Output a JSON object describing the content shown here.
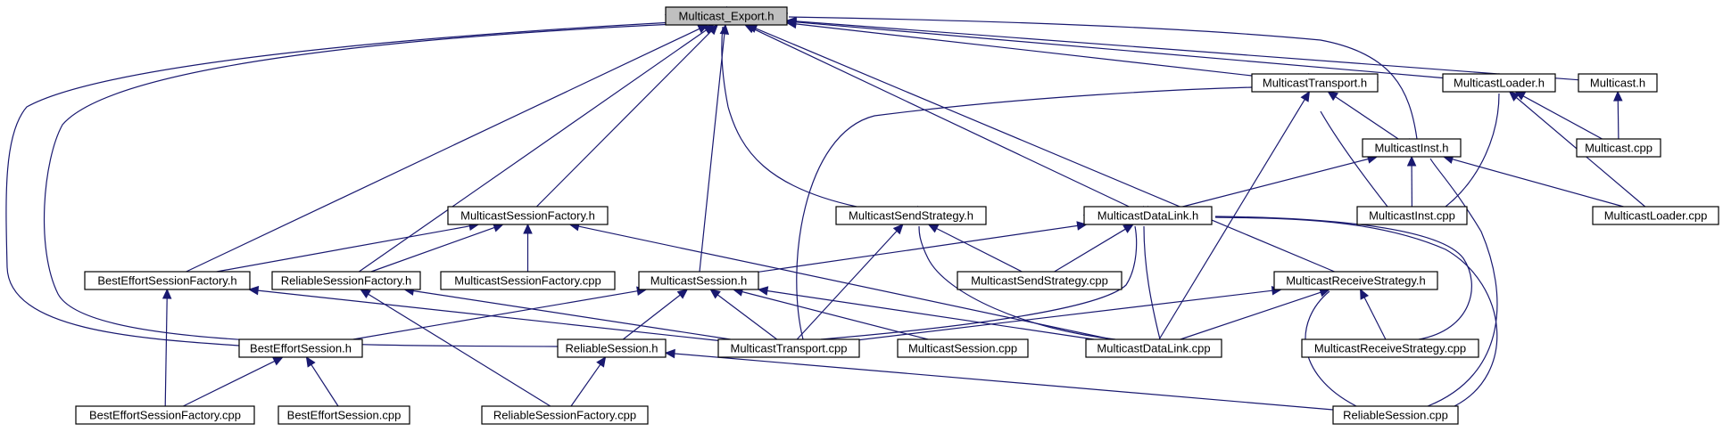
{
  "graph": {
    "edge_color": "#191970",
    "root_fill": "#bfbfbf",
    "nodes": [
      {
        "id": "multicast_export_h",
        "label": "Multicast_Export.h",
        "root": true
      },
      {
        "id": "multicasttransport_h",
        "label": "MulticastTransport.h"
      },
      {
        "id": "multicastloader_h",
        "label": "MulticastLoader.h"
      },
      {
        "id": "multicast_h",
        "label": "Multicast.h"
      },
      {
        "id": "multicastinst_h",
        "label": "MulticastInst.h"
      },
      {
        "id": "multicast_cpp",
        "label": "Multicast.cpp"
      },
      {
        "id": "multicastsessionfactory_h",
        "label": "MulticastSessionFactory.h"
      },
      {
        "id": "multicastsendstrategy_h",
        "label": "MulticastSendStrategy.h"
      },
      {
        "id": "multicastdatalink_h",
        "label": "MulticastDataLink.h"
      },
      {
        "id": "multicastinst_cpp",
        "label": "MulticastInst.cpp"
      },
      {
        "id": "multicastloader_cpp",
        "label": "MulticastLoader.cpp"
      },
      {
        "id": "besteffortsessionfactory_h",
        "label": "BestEffortSessionFactory.h"
      },
      {
        "id": "reliablesessionfactory_h",
        "label": "ReliableSessionFactory.h"
      },
      {
        "id": "multicastsessionfactory_cpp",
        "label": "MulticastSessionFactory.cpp"
      },
      {
        "id": "multicastsession_h",
        "label": "MulticastSession.h"
      },
      {
        "id": "multicastsendstrategy_cpp",
        "label": "MulticastSendStrategy.cpp"
      },
      {
        "id": "multicastreceivestrategy_h",
        "label": "MulticastReceiveStrategy.h"
      },
      {
        "id": "besteffortsession_h",
        "label": "BestEffortSession.h"
      },
      {
        "id": "reliablesession_h",
        "label": "ReliableSession.h"
      },
      {
        "id": "multicasttransport_cpp",
        "label": "MulticastTransport.cpp"
      },
      {
        "id": "multicastsession_cpp",
        "label": "MulticastSession.cpp"
      },
      {
        "id": "multicastdatalink_cpp",
        "label": "MulticastDataLink.cpp"
      },
      {
        "id": "multicastreceivestrategy_cpp",
        "label": "MulticastReceiveStrategy.cpp"
      },
      {
        "id": "besteffortsessionfactory_cpp",
        "label": "BestEffortSessionFactory.cpp"
      },
      {
        "id": "besteffortsession_cpp",
        "label": "BestEffortSession.cpp"
      },
      {
        "id": "reliablesessionfactory_cpp",
        "label": "ReliableSessionFactory.cpp"
      },
      {
        "id": "reliablesession_cpp",
        "label": "ReliableSession.cpp"
      }
    ],
    "edges": [
      {
        "from": "multicasttransport_h",
        "to": "multicast_export_h"
      },
      {
        "from": "multicastloader_h",
        "to": "multicast_export_h"
      },
      {
        "from": "multicast_h",
        "to": "multicast_export_h"
      },
      {
        "from": "multicastinst_h",
        "to": "multicast_export_h"
      },
      {
        "from": "multicastsessionfactory_h",
        "to": "multicast_export_h"
      },
      {
        "from": "multicastsendstrategy_h",
        "to": "multicast_export_h"
      },
      {
        "from": "multicastdatalink_h",
        "to": "multicast_export_h"
      },
      {
        "from": "besteffortsessionfactory_h",
        "to": "multicast_export_h"
      },
      {
        "from": "reliablesessionfactory_h",
        "to": "multicast_export_h"
      },
      {
        "from": "multicastsession_h",
        "to": "multicast_export_h"
      },
      {
        "from": "multicastreceivestrategy_h",
        "to": "multicast_export_h"
      },
      {
        "from": "besteffortsession_h",
        "to": "multicast_export_h"
      },
      {
        "from": "reliablesession_h",
        "to": "multicast_export_h"
      },
      {
        "from": "multicastinst_h",
        "to": "multicasttransport_h"
      },
      {
        "from": "multicastinst_cpp",
        "to": "multicasttransport_h"
      },
      {
        "from": "multicasttransport_cpp",
        "to": "multicasttransport_h"
      },
      {
        "from": "multicastdatalink_cpp",
        "to": "multicasttransport_h"
      },
      {
        "from": "multicast_cpp",
        "to": "multicastloader_h"
      },
      {
        "from": "multicastinst_cpp",
        "to": "multicastloader_h"
      },
      {
        "from": "multicastloader_cpp",
        "to": "multicastloader_h"
      },
      {
        "from": "multicast_cpp",
        "to": "multicast_h"
      },
      {
        "from": "multicastdatalink_h",
        "to": "multicastinst_h"
      },
      {
        "from": "multicastinst_cpp",
        "to": "multicastinst_h"
      },
      {
        "from": "multicastloader_cpp",
        "to": "multicastinst_h"
      },
      {
        "from": "reliablesession_cpp",
        "to": "multicastinst_h"
      },
      {
        "from": "besteffortsessionfactory_h",
        "to": "multicastsessionfactory_h"
      },
      {
        "from": "reliablesessionfactory_h",
        "to": "multicastsessionfactory_h"
      },
      {
        "from": "multicastsessionfactory_cpp",
        "to": "multicastsessionfactory_h"
      },
      {
        "from": "multicastdatalink_cpp",
        "to": "multicastsessionfactory_h"
      },
      {
        "from": "multicastsendstrategy_cpp",
        "to": "multicastsendstrategy_h"
      },
      {
        "from": "multicasttransport_cpp",
        "to": "multicastsendstrategy_h"
      },
      {
        "from": "multicastdatalink_cpp",
        "to": "multicastsendstrategy_h"
      },
      {
        "from": "multicastsession_h",
        "to": "multicastdatalink_h"
      },
      {
        "from": "multicastsendstrategy_cpp",
        "to": "multicastdatalink_h"
      },
      {
        "from": "multicasttransport_cpp",
        "to": "multicastdatalink_h"
      },
      {
        "from": "multicastdatalink_cpp",
        "to": "multicastdatalink_h"
      },
      {
        "from": "multicastreceivestrategy_cpp",
        "to": "multicastdatalink_h"
      },
      {
        "from": "reliablesession_cpp",
        "to": "multicastdatalink_h"
      },
      {
        "from": "besteffortsessionfactory_cpp",
        "to": "besteffortsessionfactory_h"
      },
      {
        "from": "multicasttransport_cpp",
        "to": "besteffortsessionfactory_h"
      },
      {
        "from": "reliablesessionfactory_cpp",
        "to": "reliablesessionfactory_h"
      },
      {
        "from": "multicasttransport_cpp",
        "to": "reliablesessionfactory_h"
      },
      {
        "from": "besteffortsession_h",
        "to": "multicastsession_h"
      },
      {
        "from": "reliablesession_h",
        "to": "multicastsession_h"
      },
      {
        "from": "multicasttransport_cpp",
        "to": "multicastsession_h"
      },
      {
        "from": "multicastsession_cpp",
        "to": "multicastsession_h"
      },
      {
        "from": "multicastdatalink_cpp",
        "to": "multicastsession_h"
      },
      {
        "from": "multicasttransport_cpp",
        "to": "multicastreceivestrategy_h"
      },
      {
        "from": "multicastdatalink_cpp",
        "to": "multicastreceivestrategy_h"
      },
      {
        "from": "multicastreceivestrategy_cpp",
        "to": "multicastreceivestrategy_h"
      },
      {
        "from": "reliablesession_cpp",
        "to": "multicastreceivestrategy_h"
      },
      {
        "from": "besteffortsessionfactory_cpp",
        "to": "besteffortsession_h"
      },
      {
        "from": "besteffortsession_cpp",
        "to": "besteffortsession_h"
      },
      {
        "from": "reliablesessionfactory_cpp",
        "to": "reliablesession_h"
      },
      {
        "from": "reliablesession_cpp",
        "to": "reliablesession_h"
      }
    ]
  }
}
